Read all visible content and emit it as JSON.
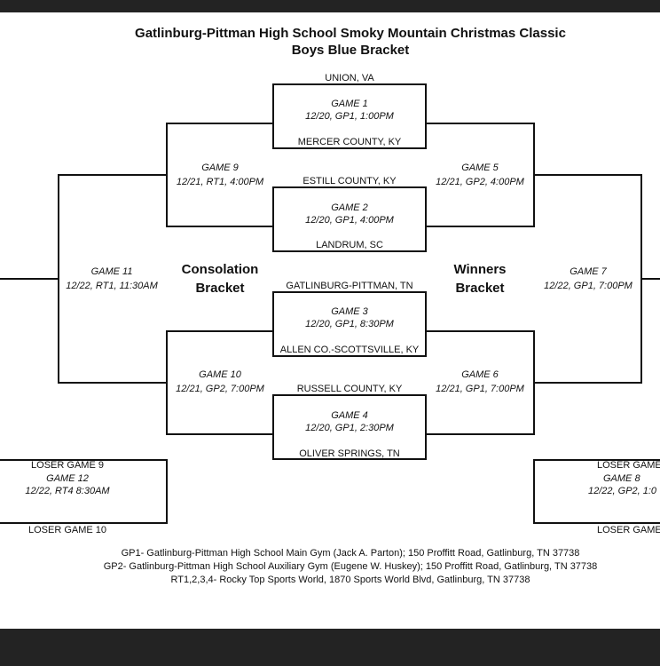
{
  "header": {
    "title": "Gatlinburg-Pittman High School Smoky Mountain Christmas Classic",
    "subtitle": "Boys Blue Bracket"
  },
  "teams": {
    "t1": "UNION, VA",
    "t2": "MERCER COUNTY, KY",
    "t3": "ESTILL COUNTY, KY",
    "t4": "LANDRUM, SC",
    "t5": "GATLINBURG-PITTMAN, TN",
    "t6": "ALLEN CO.-SCOTTSVILLE, KY",
    "t7": "RUSSELL COUNTY, KY",
    "t8": "OLIVER SPRINGS, TN"
  },
  "games": {
    "g1": {
      "name": "GAME 1",
      "when": "12/20, GP1, 1:00PM"
    },
    "g2": {
      "name": "GAME 2",
      "when": "12/20, GP1, 4:00PM"
    },
    "g3": {
      "name": "GAME 3",
      "when": "12/20, GP1, 8:30PM"
    },
    "g4": {
      "name": "GAME 4",
      "when": "12/20, GP1, 2:30PM"
    },
    "g5": {
      "name": "GAME 5",
      "when": "12/21, GP2, 4:00PM"
    },
    "g6": {
      "name": "GAME 6",
      "when": "12/21, GP1, 7:00PM"
    },
    "g7": {
      "name": "GAME 7",
      "when": "12/22, GP1, 7:00PM"
    },
    "g8": {
      "name": "GAME 8",
      "when": "12/22, GP2, 1:0",
      "top": "LOSER GAME",
      "bottom": "LOSER GAME"
    },
    "g9": {
      "name": "GAME 9",
      "when": "12/21, RT1, 4:00PM"
    },
    "g10": {
      "name": "GAME 10",
      "when": "12/21, GP2, 7:00PM"
    },
    "g11": {
      "name": "GAME 11",
      "when": "12/22, RT1, 11:30AM"
    },
    "g12": {
      "name": "GAME 12",
      "when": "12/22, RT4 8:30AM",
      "top": "LOSER GAME 9",
      "bottom": "LOSER GAME 10"
    }
  },
  "labels": {
    "consolation_line1": "Consolation",
    "consolation_line2": "Bracket",
    "winners_line1": "Winners",
    "winners_line2": "Bracket"
  },
  "footer": {
    "line1": "GP1- Gatlinburg-Pittman High School Main Gym (Jack A. Parton); 150 Proffitt Road, Gatlinburg, TN 37738",
    "line2": "GP2- Gatlinburg-Pittman High School Auxiliary Gym (Eugene W. Huskey); 150 Proffitt Road, Gatlinburg, TN 37738",
    "line3": "RT1,2,3,4- Rocky Top Sports World, 1870 Sports World Blvd, Gatlinburg, TN 37738"
  }
}
